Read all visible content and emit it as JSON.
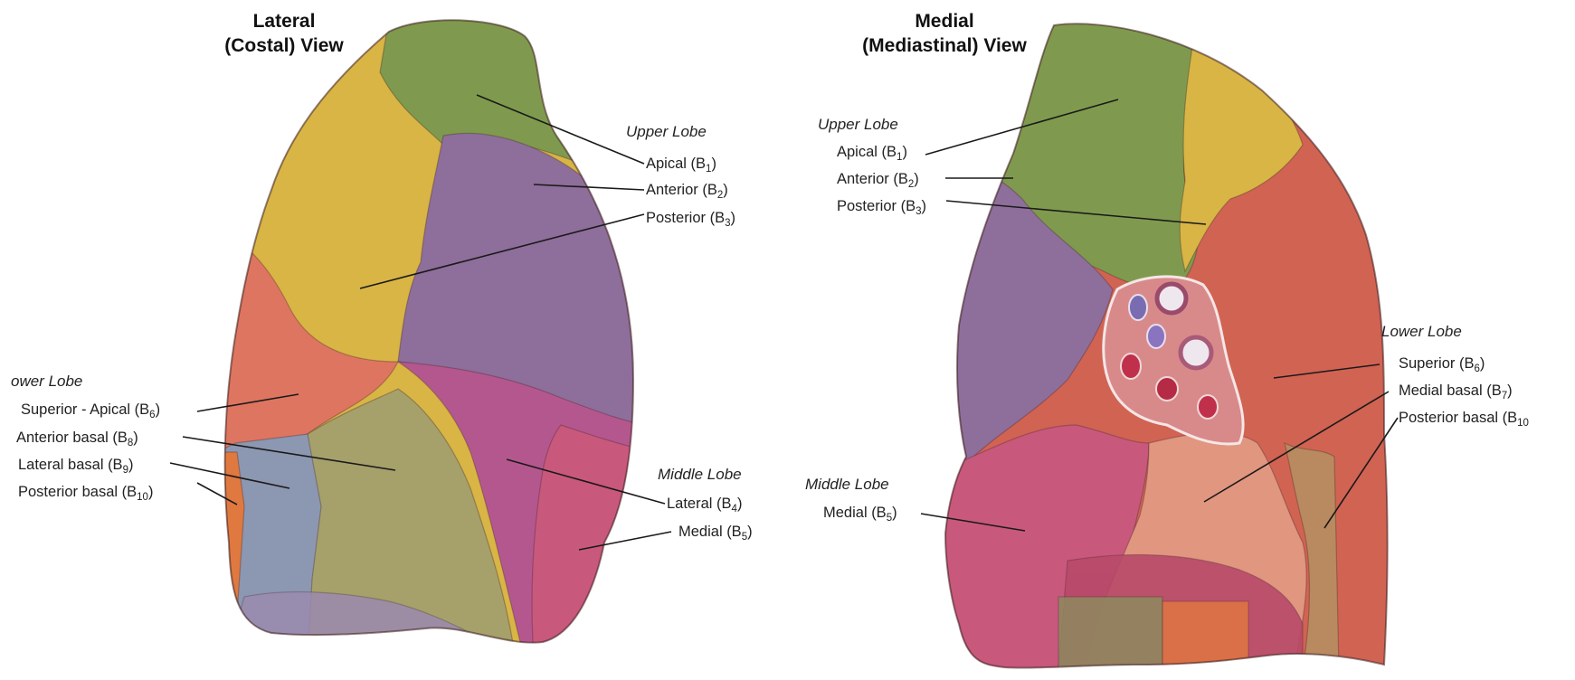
{
  "lateral": {
    "title_line1": "Lateral",
    "title_line2": "(Costal) View",
    "upper_lobe": "Upper Lobe",
    "middle_lobe": "Middle Lobe",
    "lower_lobe": "ower Lobe",
    "labels": {
      "apical": {
        "text": "Apical (B",
        "sub": "1",
        "close": ")"
      },
      "anterior": {
        "text": "Anterior (B",
        "sub": "2",
        "close": ")"
      },
      "posterior": {
        "text": "Posterior (B",
        "sub": "3",
        "close": ")"
      },
      "superior_apical": {
        "text": "Superior - Apical (B",
        "sub": "6",
        "close": ")"
      },
      "anterior_basal": {
        "text": "Anterior basal (B",
        "sub": "8",
        "close": ")"
      },
      "lateral_basal": {
        "text": "Lateral basal (B",
        "sub": "9",
        "close": ")"
      },
      "posterior_basal": {
        "text": "Posterior basal (B",
        "sub": "10",
        "close": ")"
      },
      "lateral": {
        "text": "Lateral (B",
        "sub": "4",
        "close": ")"
      },
      "medial": {
        "text": "Medial (B",
        "sub": "5",
        "close": ")"
      }
    }
  },
  "medial": {
    "title_line1": "Medial",
    "title_line2": "(Mediastinal) View",
    "upper_lobe": "Upper Lobe",
    "lower_lobe": "Lower Lobe",
    "middle_lobe": "Middle Lobe",
    "labels": {
      "apical": {
        "text": "Apical (B",
        "sub": "1",
        "close": ")"
      },
      "anterior": {
        "text": "Anterior (B",
        "sub": "2",
        "close": ")"
      },
      "posterior": {
        "text": "Posterior (B",
        "sub": "3",
        "close": ")"
      },
      "superior": {
        "text": "Superior (B",
        "sub": "6",
        "close": ")"
      },
      "medial_basal": {
        "text": "Medial basal (B",
        "sub": "7",
        "close": ")"
      },
      "posterior_basal": {
        "text": "Posterior basal (B",
        "sub": "10",
        "close": ""
      },
      "medial": {
        "text": "Medial (B",
        "sub": "5",
        "close": ")"
      }
    }
  },
  "colors": {
    "apical_green": "#7f9a4e",
    "anterior_yellow": "#d8b545",
    "posterior_purple": "#8e6e9a",
    "superior_salmon": "#de7560",
    "lateral_basal_blue": "#8c97b1",
    "anterior_basal_olive": "#a6a06b",
    "middle_lateral_magenta": "#b5578f",
    "middle_medial_pink": "#c9587d",
    "medial_basal_pink": "#e19680",
    "lower_red": "#d16353",
    "posterior_basal_tan": "#b98a5f",
    "orange_edge": "#e0793f",
    "diaphragm_dark_pink": "#b94a6a"
  }
}
